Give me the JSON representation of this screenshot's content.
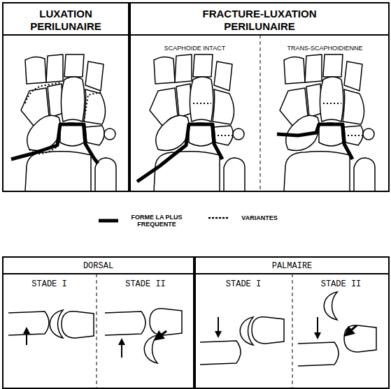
{
  "diagram": {
    "nodes": [
      {
        "text": [
          "LUXATION PERILUNAIRE"
        ]
      },
      {
        "text": [
          "FRACTURE-LUXATION PERILUNAIRE"
        ]
      },
      {
        "text": [
          "SCAPHOIDE INTACT"
        ],
        "in": 1
      },
      {
        "text": [
          "TRANS-SCAPHOIDIENNE"
        ],
        "in": 1
      },
      {
        "text": [
          "DORSAL"
        ]
      },
      {
        "text": [
          "STADE I"
        ],
        "in": 4
      },
      {
        "text": [
          "STADE II"
        ],
        "in": 4
      },
      {
        "text": [
          "PALMAIRE"
        ]
      },
      {
        "text": [
          "STADE I"
        ],
        "in": 7
      },
      {
        "text": [
          "STADE II"
        ],
        "in": 7
      }
    ],
    "legend": [
      {
        "text": "FORME LA PLUS FREQUENTE"
      },
      {
        "text": "VARIANTES"
      }
    ]
  }
}
